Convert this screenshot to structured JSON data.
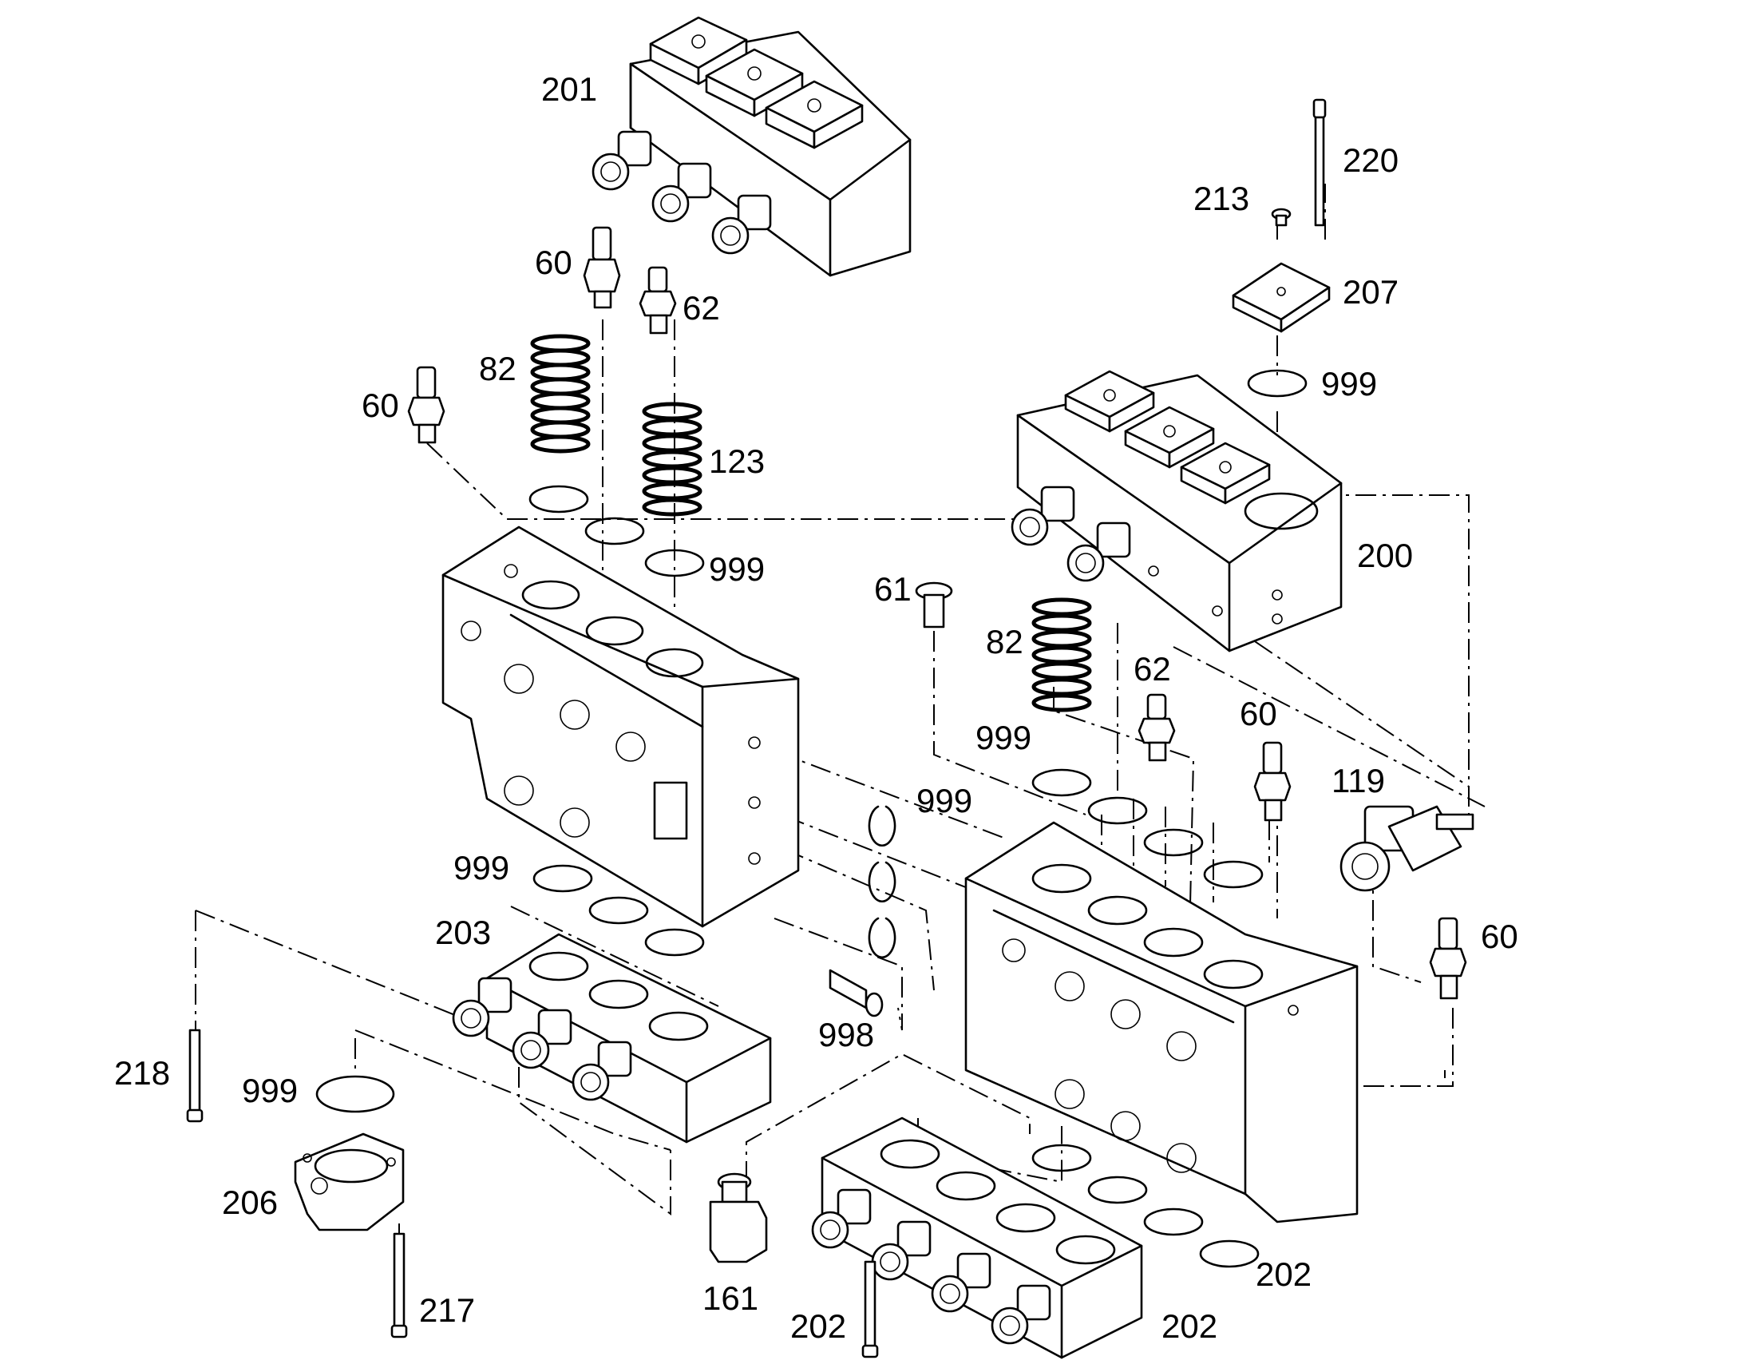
{
  "callouts": [
    {
      "id": "c201",
      "text": "201"
    },
    {
      "id": "c220",
      "text": "220"
    },
    {
      "id": "c213",
      "text": "213"
    },
    {
      "id": "c60a",
      "text": "60"
    },
    {
      "id": "c62a",
      "text": "62"
    },
    {
      "id": "c207",
      "text": "207"
    },
    {
      "id": "c82a",
      "text": "82"
    },
    {
      "id": "c999a",
      "text": "999"
    },
    {
      "id": "c60b",
      "text": "60"
    },
    {
      "id": "c123",
      "text": "123"
    },
    {
      "id": "c999b",
      "text": "999"
    },
    {
      "id": "c200",
      "text": "200"
    },
    {
      "id": "c61",
      "text": "61"
    },
    {
      "id": "c82b",
      "text": "82"
    },
    {
      "id": "c62b",
      "text": "62"
    },
    {
      "id": "c60c",
      "text": "60"
    },
    {
      "id": "c999c",
      "text": "999"
    },
    {
      "id": "c119",
      "text": "119"
    },
    {
      "id": "c999d",
      "text": "999"
    },
    {
      "id": "c999e",
      "text": "999"
    },
    {
      "id": "c60d",
      "text": "60"
    },
    {
      "id": "c203",
      "text": "203"
    },
    {
      "id": "c998",
      "text": "998"
    },
    {
      "id": "c218",
      "text": "218"
    },
    {
      "id": "c999f",
      "text": "999"
    },
    {
      "id": "c206",
      "text": "206"
    },
    {
      "id": "c161",
      "text": "161"
    },
    {
      "id": "c202a",
      "text": "202"
    },
    {
      "id": "c217",
      "text": "217"
    },
    {
      "id": "c202b",
      "text": "202"
    },
    {
      "id": "c202c",
      "text": "202"
    }
  ]
}
